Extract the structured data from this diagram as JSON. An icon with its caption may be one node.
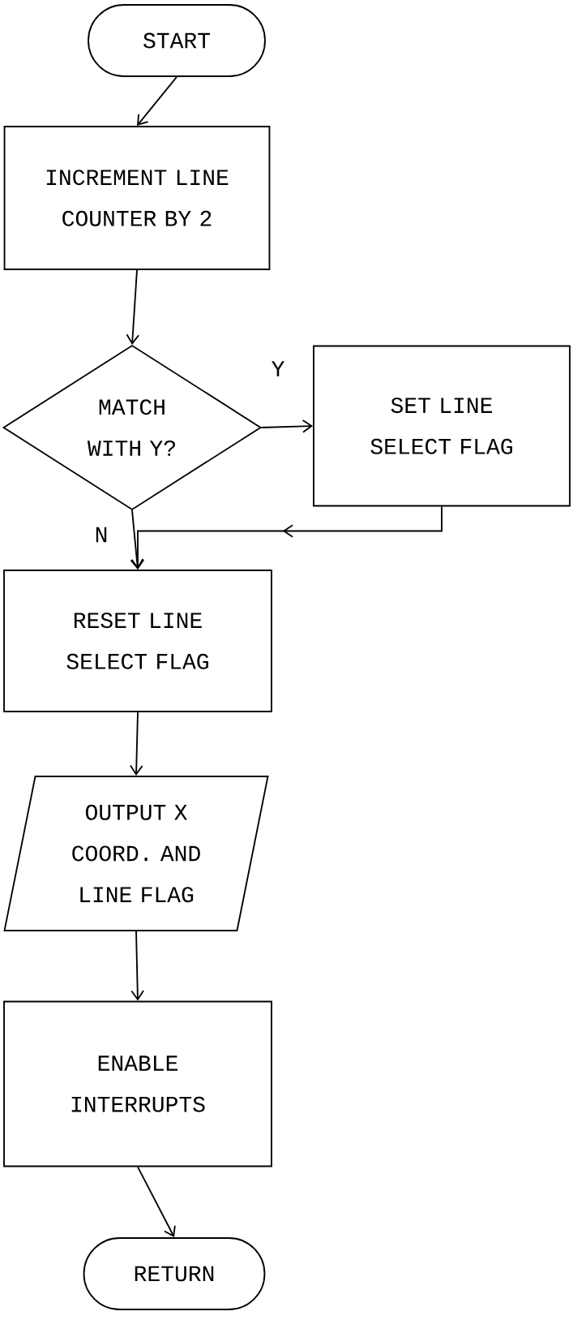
{
  "diagram": {
    "nodes": [
      {
        "text": [
          "START"
        ]
      },
      {
        "text": [
          "INCREMENT LINE COUNTER BY 2"
        ]
      },
      {
        "text": [
          "MATCH WITH Y?"
        ]
      },
      {
        "text": [
          "SET LINE SELECT FLAG"
        ]
      },
      {
        "text": [
          "RESET LINE SELECT FLAG"
        ]
      },
      {
        "text": [
          "OUTPUT X COORD. AND LINE FLAG"
        ]
      },
      {
        "text": [
          "ENABLE INTERRUPTS"
        ]
      },
      {
        "text": [
          "RETURN"
        ]
      }
    ],
    "edges": [
      {
        "from": 0,
        "to": 1,
        "arrow": "to"
      },
      {
        "from": 1,
        "to": 2,
        "arrow": "to"
      },
      {
        "from": 2,
        "to": 3,
        "arrow": "to",
        "label": "Y"
      },
      {
        "from": 2,
        "to": 4,
        "arrow": "to",
        "label": "N"
      },
      {
        "from": 3,
        "to": 4,
        "arrow": "to"
      },
      {
        "from": 4,
        "to": 5,
        "arrow": "to"
      },
      {
        "from": 5,
        "to": 6,
        "arrow": "to"
      },
      {
        "from": 6,
        "to": 7,
        "arrow": "to"
      }
    ]
  }
}
